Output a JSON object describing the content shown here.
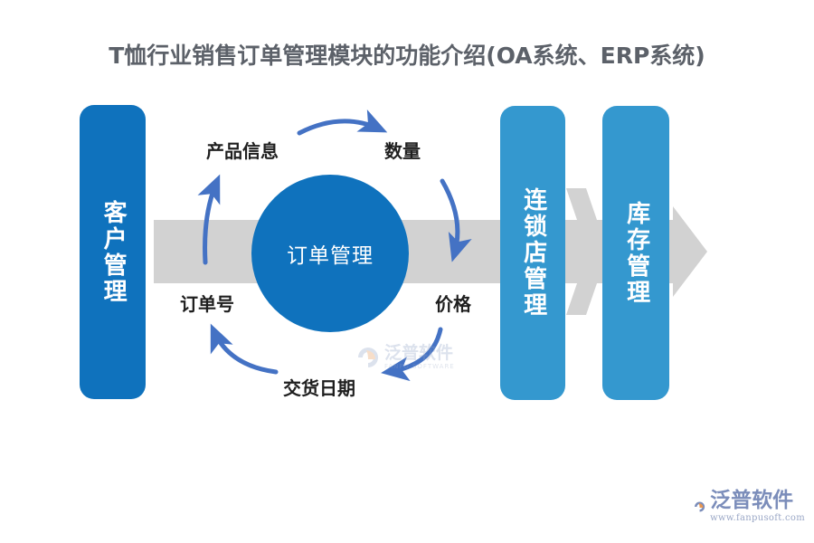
{
  "page": {
    "title": "T恤行业销售订单管理模块的功能介绍(OA系统、ERP系统)"
  },
  "colors": {
    "primary_blue": "#0f72bd",
    "secondary_blue": "#3498cf",
    "band_gray": "#d2d2d2",
    "arrow_blue": "#4472c4",
    "title_gray": "#5c6169",
    "logo_blue": "#7b8dba",
    "logo_orange": "#e8954f"
  },
  "diagram": {
    "center_node": {
      "label": "订单管理",
      "shape": "circle"
    },
    "process_boxes": [
      {
        "id": "customer",
        "label": "客户管理",
        "color": "#0f72bd"
      },
      {
        "id": "chain-store",
        "label": "连锁店管理",
        "color": "#3498cf"
      },
      {
        "id": "stock",
        "label": "库存管理",
        "color": "#3498cf"
      }
    ],
    "cycle_labels": [
      {
        "id": "product-info",
        "label": "产品信息"
      },
      {
        "id": "quantity",
        "label": "数量"
      },
      {
        "id": "price",
        "label": "价格"
      },
      {
        "id": "delivery-date",
        "label": "交货日期"
      },
      {
        "id": "order-number",
        "label": "订单号"
      }
    ]
  },
  "watermark": {
    "cn": "泛普软件",
    "en": "FANPU SOFTWARE"
  },
  "logo": {
    "cn": "泛普软件",
    "url": "www.fanpusoft.com"
  }
}
